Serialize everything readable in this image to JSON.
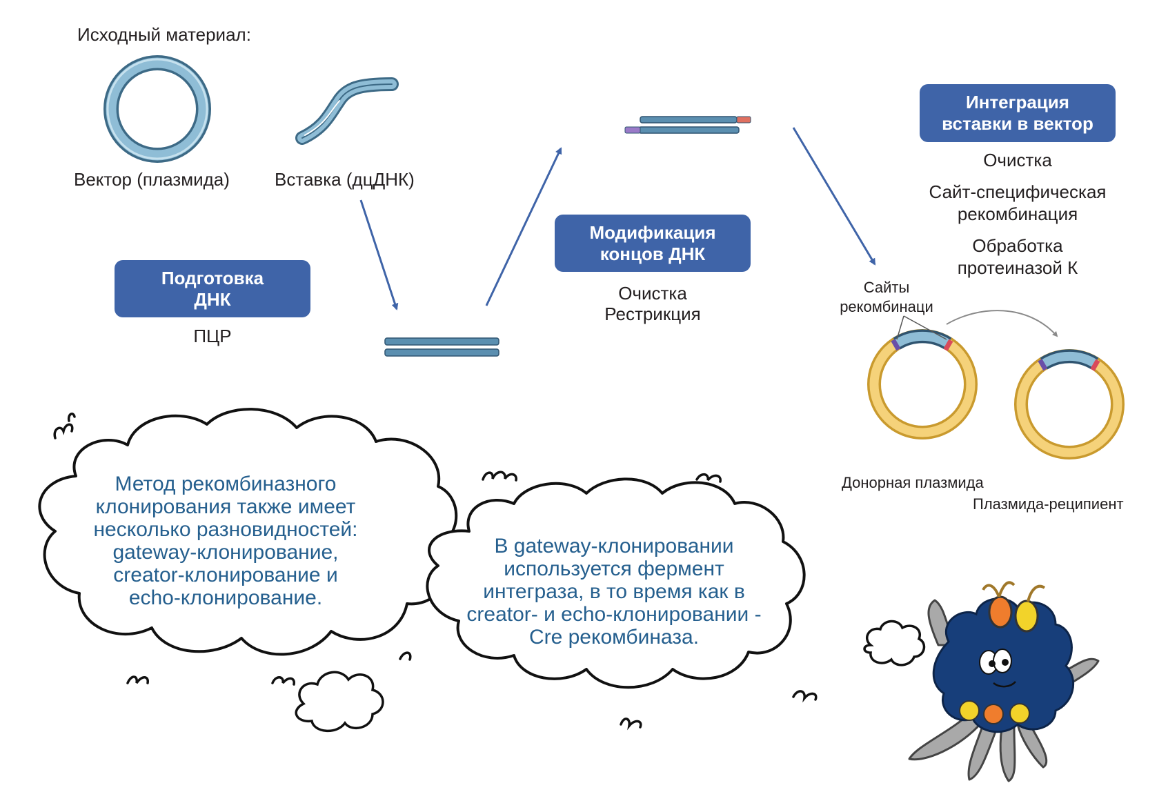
{
  "source_title": "Исходный материал:",
  "vector_label": "Вектор (плазмида)",
  "insert_label": "Вставка (дцДНК)",
  "step1": {
    "title_lines": [
      "Подготовка",
      "ДНК"
    ],
    "detail_lines": [
      "ПЦР"
    ]
  },
  "step2": {
    "title_lines": [
      "Модификация",
      "концов ДНК"
    ],
    "detail_lines": [
      "Очистка",
      "Рестрикция"
    ]
  },
  "step3": {
    "title_lines": [
      "Интеграция",
      "вставки в вектор"
    ],
    "detail_lines": [
      "Очистка",
      "Сайт-специфическая",
      "рекомбинация",
      "Обработка",
      "протеиназой К"
    ]
  },
  "sites_label_lines": [
    "Сайты",
    "рекомбинаци"
  ],
  "donor_label": "Донорная плазмида",
  "recipient_label": "Плазмида-реципиент",
  "cloud1_lines": [
    "Метод рекомбиназного",
    "клонирования также имеет",
    "несколько разновидностей:",
    "gateway-клонирование,",
    "creator-клонирование и",
    "echo-клонирование."
  ],
  "cloud2_lines": [
    "В gateway-клонировании",
    "используется фермент",
    "интеграза, в то время как в",
    "creator- и echo-клонировании -",
    "Cre рекомбиназа."
  ],
  "colors": {
    "box": "#3f64a8",
    "arrow": "#3f64a8",
    "dna": "#5b8fb0",
    "plasmid": "#f3c25a",
    "cloud_text": "#255f8e"
  }
}
